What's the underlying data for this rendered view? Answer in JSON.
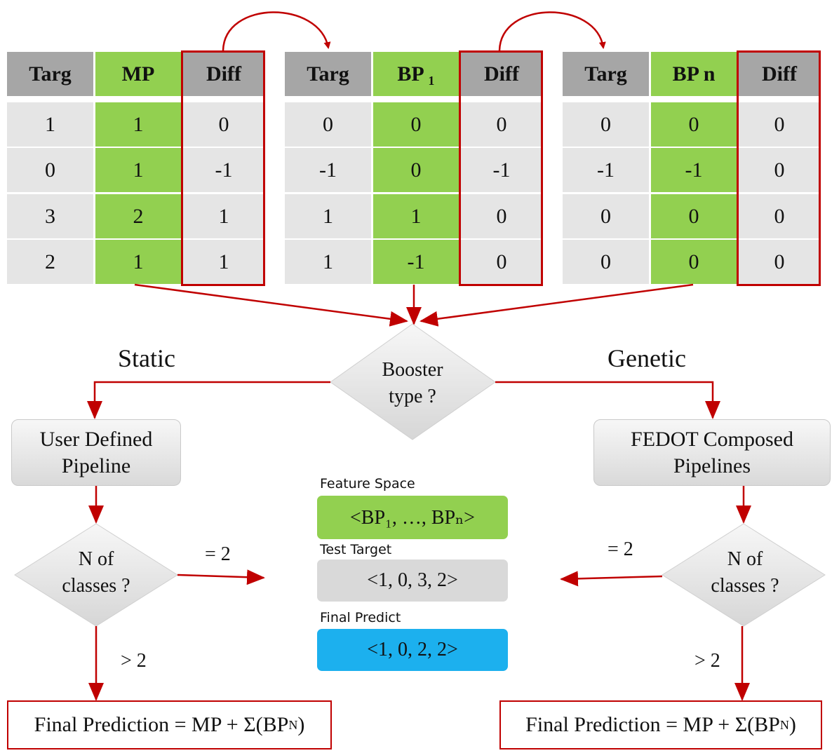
{
  "tables": [
    {
      "headers": [
        "Targ",
        "MP",
        "Diff"
      ],
      "rows": [
        [
          "1",
          "1",
          "0"
        ],
        [
          "0",
          "1",
          "-1"
        ],
        [
          "3",
          "2",
          "1"
        ],
        [
          "2",
          "1",
          "1"
        ]
      ]
    },
    {
      "headers": [
        "Targ",
        "BP ₁",
        "Diff"
      ],
      "rows": [
        [
          "0",
          "0",
          "0"
        ],
        [
          "-1",
          "0",
          "-1"
        ],
        [
          "1",
          "1",
          "0"
        ],
        [
          "1",
          "-1",
          "0"
        ]
      ]
    },
    {
      "headers": [
        "Targ",
        "BP n",
        "Diff"
      ],
      "rows": [
        [
          "0",
          "0",
          "0"
        ],
        [
          "-1",
          "-1",
          "0"
        ],
        [
          "0",
          "0",
          "0"
        ],
        [
          "0",
          "0",
          "0"
        ]
      ]
    }
  ],
  "decision": {
    "booster": "Booster\ntype ?",
    "static_label": "Static",
    "genetic_label": "Genetic"
  },
  "left_branch": {
    "process": "User Defined\nPipeline",
    "classes_question": "N of\nclasses ?",
    "eq2": "= 2",
    "gt2": "> 2",
    "final_main": "Final Prediction = MP + Σ(BP",
    "final_sub": "N",
    "final_close": ")"
  },
  "right_branch": {
    "process": "FEDOT Composed\nPipelines",
    "classes_question": "N of\nclasses ?",
    "eq2": "= 2",
    "gt2": "> 2",
    "final_main": "Final Prediction = MP + Σ(BP",
    "final_sub": "N",
    "final_close": ")"
  },
  "center": {
    "feature_space_label": "Feature Space",
    "feature_space_value": "<BP₁, …, BPₙ>",
    "test_target_label": "Test Target",
    "test_target_value": "<1, 0, 3, 2>",
    "final_predict_label": "Final Predict",
    "final_predict_value": "<1, 0, 2, 2>"
  },
  "colors": {
    "accent_red": "#c00000",
    "green": "#92d050",
    "blue": "#1cb0ee",
    "header_gray": "#a6a6a6",
    "cell_gray": "#e5e5e5"
  }
}
